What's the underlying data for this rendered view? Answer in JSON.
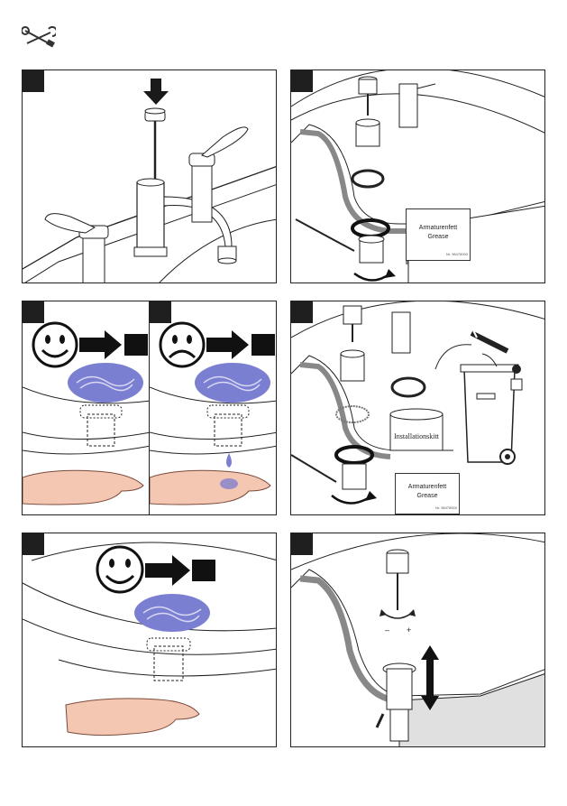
{
  "header": {
    "icon": "tools-icon"
  },
  "panels": [
    {
      "id": 1,
      "scene": "faucet-insert-pop-up-rod"
    },
    {
      "id": 2,
      "scene": "drain-assembly-grease",
      "label": {
        "line1": "Armaturenfett",
        "line2": "Grease",
        "pn": "Nr. 98476000"
      }
    },
    {
      "id": 3,
      "scene": "water-test-ok-and-leak",
      "ok_icon": "smiley-happy-icon",
      "bad_icon": "smiley-sad-icon"
    },
    {
      "id": 4,
      "scene": "drain-disassembly-disposal",
      "can_label": "Installationskitt",
      "label": {
        "line1": "Armaturenfett",
        "line2": "Grease",
        "pn": "Nr. 98476000"
      }
    },
    {
      "id": 5,
      "scene": "water-test-ok",
      "ok_icon": "smiley-happy-icon"
    },
    {
      "id": 6,
      "scene": "stopper-height-adjust",
      "minus": "–",
      "plus": "+"
    }
  ]
}
